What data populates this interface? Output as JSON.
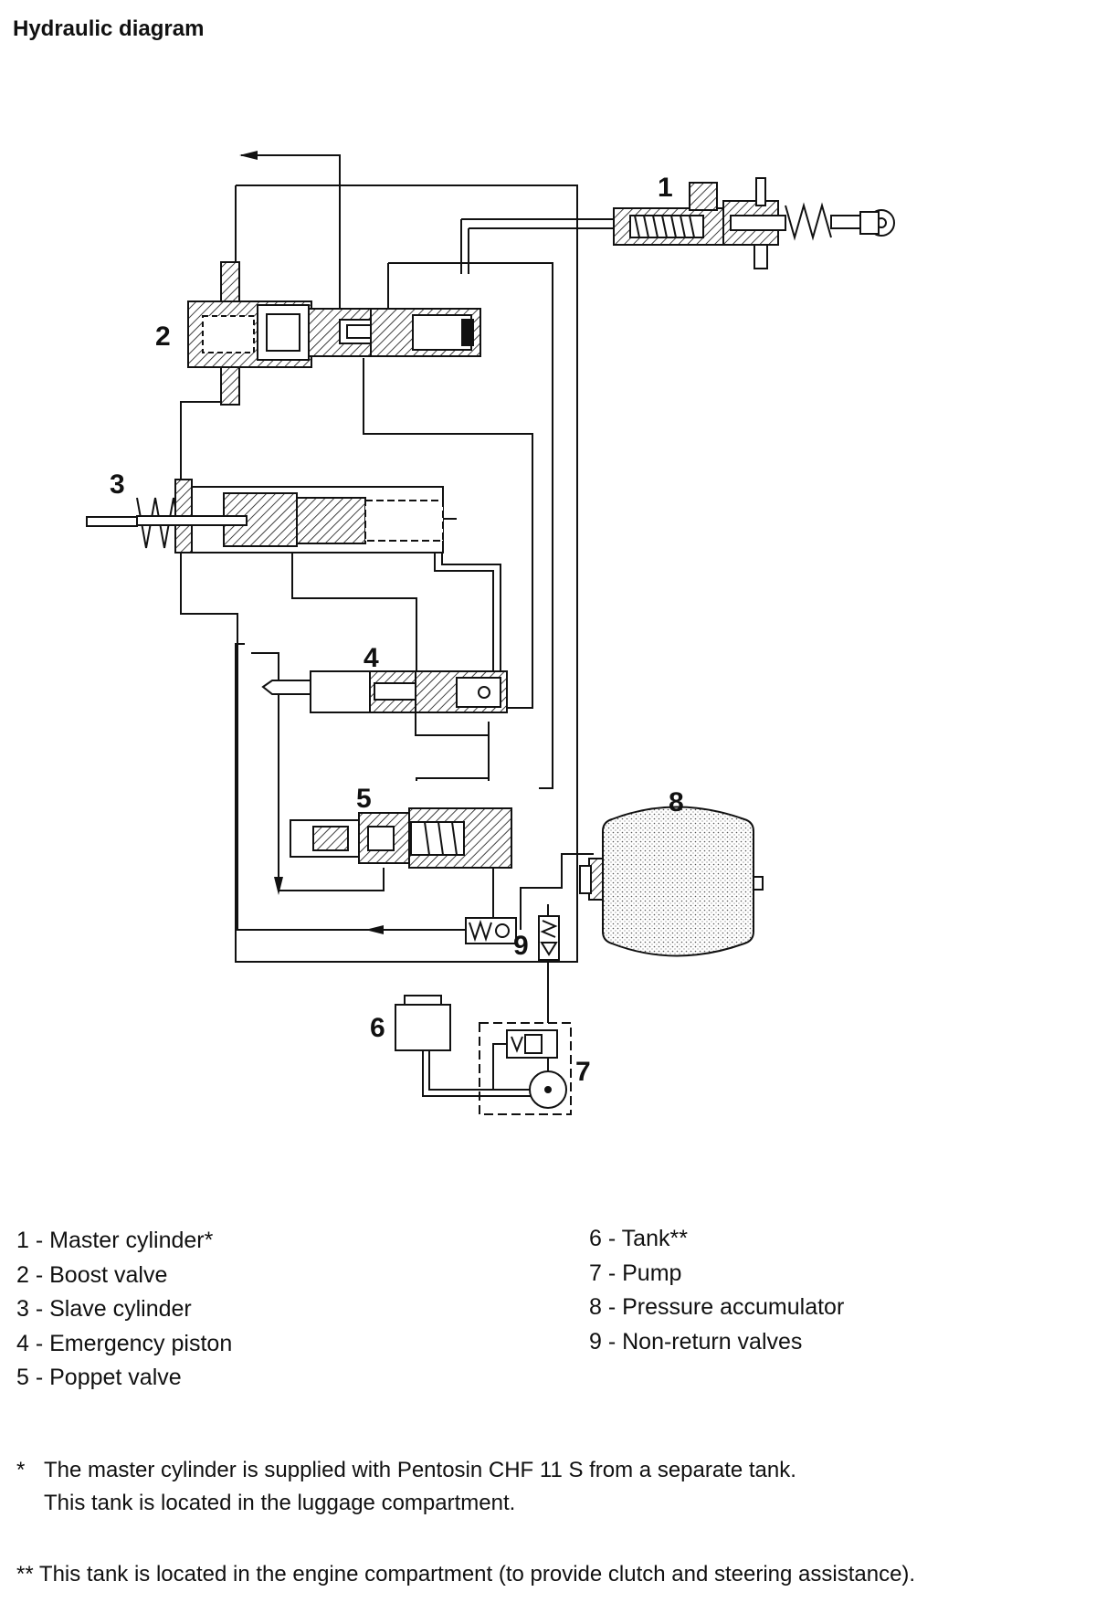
{
  "title": "Hydraulic diagram",
  "labels": [
    "1",
    "2",
    "3",
    "4",
    "5",
    "6",
    "7",
    "8",
    "9"
  ],
  "legend_left": [
    "1 - Master cylinder*",
    "2 - Boost valve",
    "3 - Slave cylinder",
    "4 - Emergency piston",
    "5 - Poppet valve"
  ],
  "legend_right": [
    "6 - Tank**",
    "7 - Pump",
    "8 - Pressure accumulator",
    "9 - Non-return valves"
  ],
  "notes": {
    "note1_mark": "*",
    "note1_line1": "The master cylinder is supplied with Pentosin CHF 11 S from a separate tank.",
    "note1_line2": "This tank is located in the luggage compartment.",
    "note2": "** This tank is located in the engine compartment (to provide clutch and steering assistance)."
  }
}
